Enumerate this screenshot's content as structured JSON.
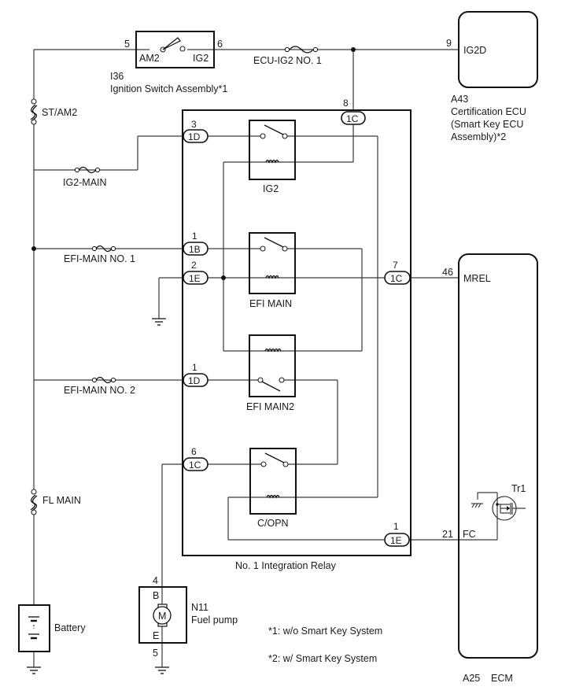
{
  "diagram": {
    "ignition_switch": {
      "id": "I36",
      "name": "Ignition Switch Assembly*1",
      "pin_in": "5",
      "pin_out": "6",
      "label_in": "AM2",
      "label_out": "IG2"
    },
    "fuses": {
      "st_am2": "ST/AM2",
      "ecu_ig2": "ECU-IG2 NO. 1",
      "ig2_main": "IG2-MAIN",
      "efi_main_1": "EFI-MAIN NO. 1",
      "efi_main_2": "EFI-MAIN NO. 2",
      "fl_main": "FL MAIN"
    },
    "certification_ecu": {
      "id": "A43",
      "name_line1": "Certification ECU",
      "name_line2": "(Smart Key ECU",
      "name_line3": "Assembly)*2",
      "pin": "9",
      "terminal": "IG2D"
    },
    "integration_relay": {
      "name": "No. 1 Integration Relay",
      "relays": [
        "IG2",
        "EFI MAIN",
        "EFI MAIN2",
        "C/OPN"
      ],
      "connectors": [
        {
          "pin": "8",
          "conn": "1C"
        },
        {
          "pin": "3",
          "conn": "1D"
        },
        {
          "pin": "1",
          "conn": "1B"
        },
        {
          "pin": "2",
          "conn": "1E"
        },
        {
          "pin": "7",
          "conn": "1C"
        },
        {
          "pin": "1",
          "conn": "1D"
        },
        {
          "pin": "6",
          "conn": "1C"
        },
        {
          "pin": "1",
          "conn": "1E"
        }
      ]
    },
    "ecm": {
      "id": "A25",
      "name": "ECM",
      "pin_mrel": "46",
      "label_mrel": "MREL",
      "pin_fc": "21",
      "label_fc": "FC",
      "transistor": "Tr1"
    },
    "fuel_pump": {
      "id": "N11",
      "name": "Fuel pump",
      "pin_b": "4",
      "pin_e": "5",
      "label_b": "B",
      "label_e": "E",
      "motor": "M"
    },
    "battery": {
      "name": "Battery"
    },
    "notes": {
      "note1": "*1: w/o Smart Key System",
      "note2": "*2: w/ Smart Key System"
    }
  }
}
